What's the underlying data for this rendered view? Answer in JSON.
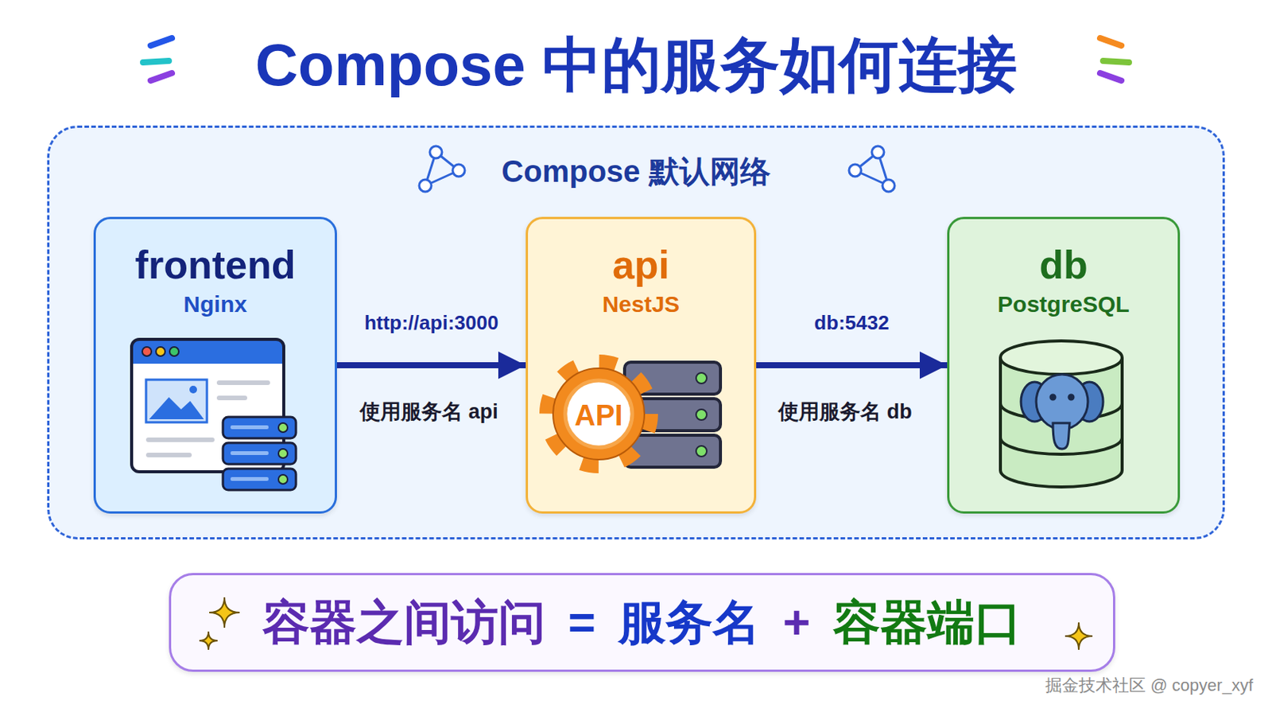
{
  "diagram": {
    "title": "Compose 中的服务如何连接",
    "nodes": [
      {
        "text": [
          "Compose 默认网络"
        ]
      },
      {
        "text": [
          "frontend",
          "Nginx"
        ],
        "in": 0
      },
      {
        "text": [
          "api",
          "NestJS"
        ],
        "in": 0
      },
      {
        "text": [
          "db",
          "PostgreSQL"
        ],
        "in": 0
      },
      {
        "text": [
          "容器之间访问",
          "=",
          "服务名",
          "+",
          "容器端口"
        ]
      }
    ],
    "edges": [
      {
        "from": 1,
        "to": 2,
        "arrow": "to",
        "label": "http://api:3000"
      },
      {
        "from": 2,
        "to": 3,
        "arrow": "to",
        "label": "db:5432"
      }
    ],
    "labels": [
      "使用服务名 api",
      "使用服务名 db",
      "API",
      "掘金技术社区 @ copyer_xyf"
    ]
  }
}
